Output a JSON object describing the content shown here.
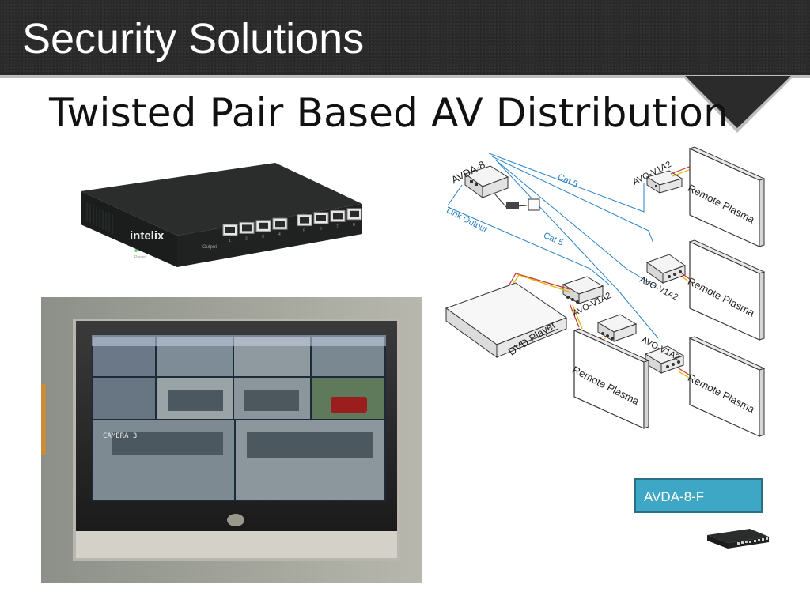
{
  "slide": {
    "header_title": "Security Solutions",
    "subtitle": "Twisted Pair Based AV Distribution",
    "product_box_label": "AVDA-8-F"
  },
  "switch": {
    "brand": "intelix",
    "output_label": "Output",
    "power_label": "Power",
    "port_numbers": [
      "1",
      "2",
      "3",
      "4",
      "5",
      "6",
      "7",
      "8"
    ]
  },
  "diagram": {
    "hub_label": "AVDA-8",
    "cable_label_top": "Cat 5",
    "cable_label_bottom": "Cat 5",
    "link_output_label": "Link Output",
    "source_label": "DVD Player",
    "receivers": [
      {
        "model": "AVO-V1A2",
        "display": "Remote Plasma"
      },
      {
        "model": "AVO-V1A2",
        "display": "Remote Plasma"
      },
      {
        "model": "AVO-V1A2",
        "display": "Remote Plasma"
      },
      {
        "model": "AVO-V1A2",
        "display": "Remote Plasma"
      }
    ]
  },
  "monitor": {
    "camera_captions": [
      "CAMERA 3"
    ]
  },
  "colors": {
    "header_bg": "#2b2b2b",
    "product_box": "#3fa7c6",
    "cable_blue": "#2a82c6"
  }
}
